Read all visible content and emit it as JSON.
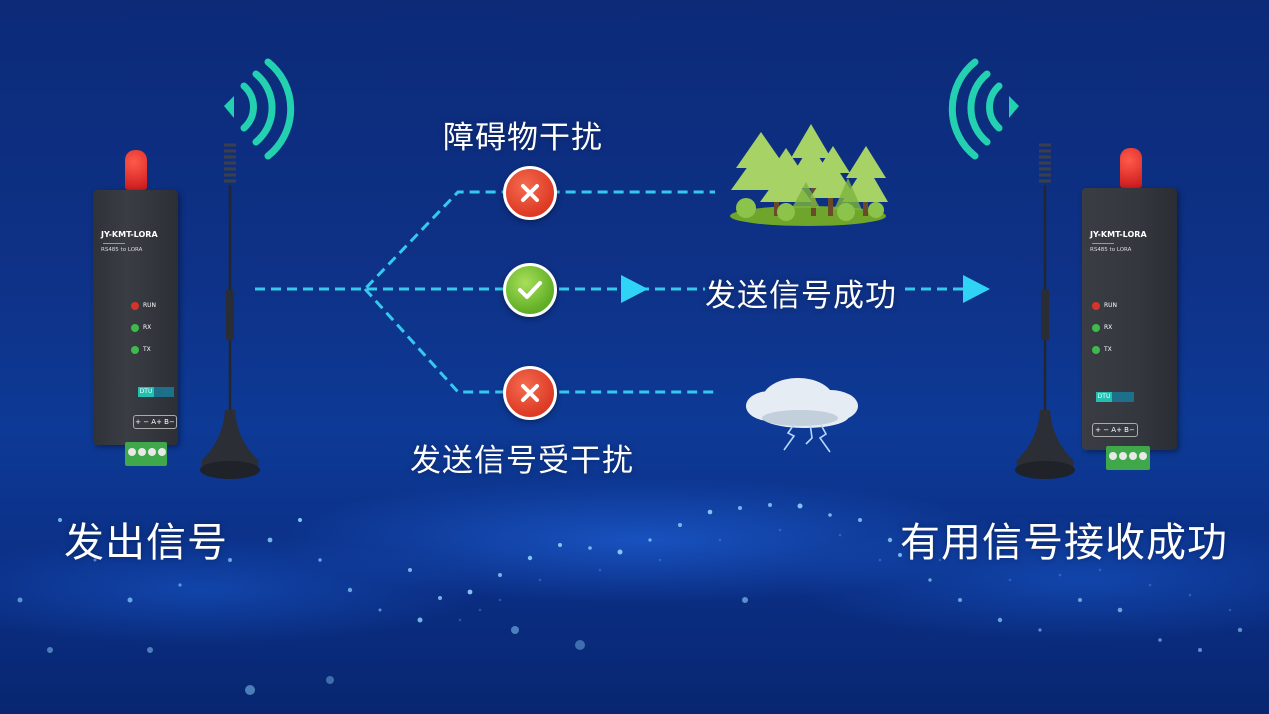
{
  "diagram": {
    "title": "LoRa signal transmission illustration",
    "colors": {
      "background": "#0e3288",
      "dashed_line": "#35c9ee",
      "arrow": "#2fd3f5",
      "wifi_arc": "#23d0b0",
      "fail": "#e3412b",
      "success": "#6cbb2d",
      "text": "#ffffff"
    },
    "sender": {
      "caption": "发出信号",
      "device": {
        "model": "JY-KMT-LORA",
        "subtitle": "RS485 to LORA",
        "leds": [
          {
            "label": "RUN",
            "color": "#d8332b"
          },
          {
            "label": "RX",
            "color": "#3fb94a"
          },
          {
            "label": "TX",
            "color": "#3fb94a"
          }
        ],
        "badge": "DTU",
        "terminals": "+ − A+ B−"
      },
      "signal_icon": "wifi-signal-right-icon"
    },
    "receiver": {
      "caption": "有用信号接收成功",
      "device": {
        "model": "JY-KMT-LORA",
        "subtitle": "RS485 to LORA",
        "leds": [
          {
            "label": "RUN",
            "color": "#d8332b"
          },
          {
            "label": "RX",
            "color": "#3fb94a"
          },
          {
            "label": "TX",
            "color": "#3fb94a"
          }
        ],
        "badge": "DTU",
        "terminals": "+ − A+ B−"
      },
      "signal_icon": "wifi-signal-left-icon"
    },
    "paths": [
      {
        "id": "obstacle",
        "label": "障碍物干扰",
        "status": "fail",
        "status_icon": "x-circle-icon",
        "obstacle_icon": "forest-icon"
      },
      {
        "id": "direct",
        "label": "发送信号成功",
        "status": "success",
        "status_icon": "check-circle-icon"
      },
      {
        "id": "weather",
        "label": "发送信号受干扰",
        "status": "fail",
        "status_icon": "x-circle-icon",
        "obstacle_icon": "thundercloud-icon"
      }
    ]
  }
}
